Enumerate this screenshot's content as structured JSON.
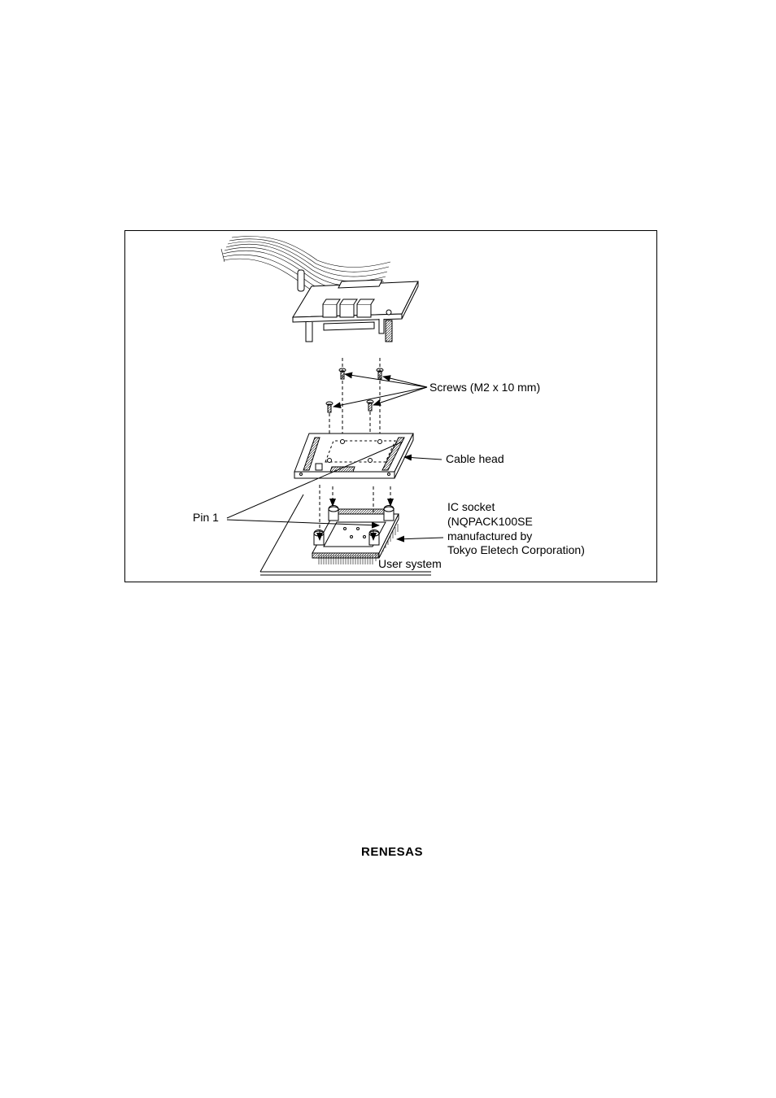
{
  "figure": {
    "labels": {
      "screws": "Screws (M2 x 10 mm)",
      "cable_head": "Cable head",
      "pin1": "Pin 1",
      "ic_socket_line1": "IC socket",
      "ic_socket_line2": "(NQPACK100SE",
      "ic_socket_line3": "manufactured by",
      "ic_socket_line4": "Tokyo Eletech Corporation)",
      "user_system": "User system"
    }
  },
  "footer": {
    "logo_text": "RENESAS"
  }
}
